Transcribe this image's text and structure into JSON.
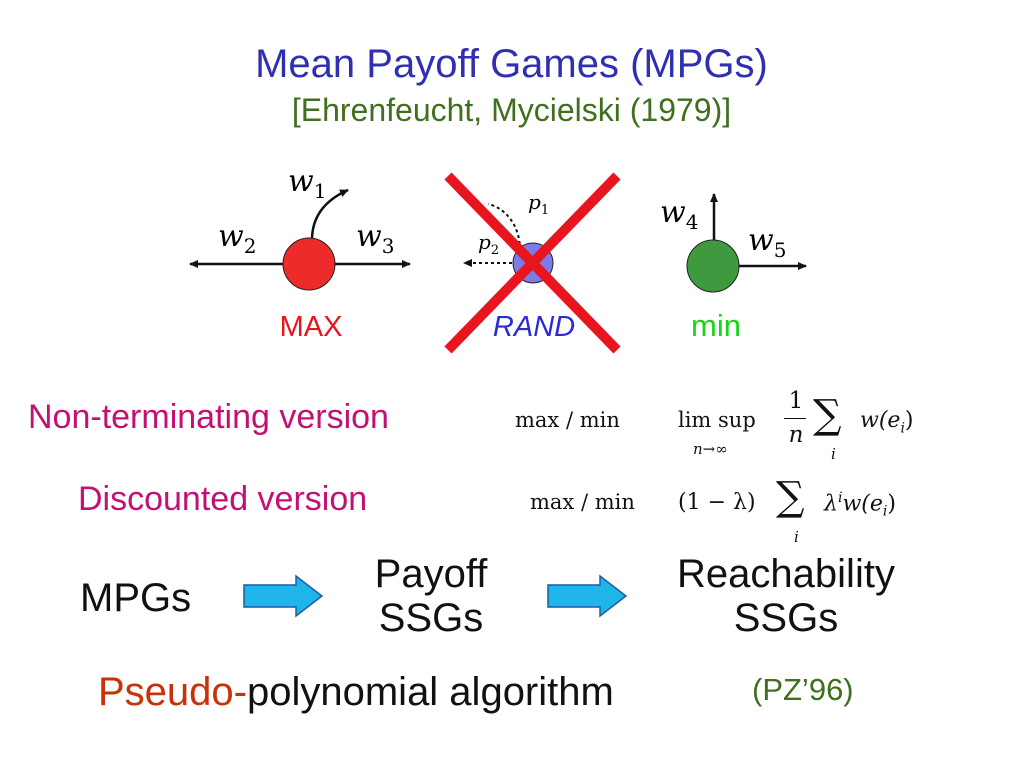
{
  "title": "Mean Payoff Games (MPGs)",
  "subtitle": "[Ehrenfeucht, Mycielski (1979)]",
  "colors": {
    "title": "#2f2fb3",
    "subtitle": "#3f6f1f",
    "max_node": "#ee2b2b",
    "rand_node": "#7b7bea",
    "min_node": "#3f9a3f",
    "cross": "#e8141e",
    "max_label": "#e8141e",
    "rand_label": "#2a2ad6",
    "min_label": "#18d418",
    "version_label": "#c41073",
    "arrow_fill": "#1fb4ea",
    "pseudo": "#c8320a"
  },
  "nodes": {
    "max": {
      "label": "MAX",
      "w1": "w",
      "w1_sub": "1",
      "w2": "w",
      "w2_sub": "2",
      "w3": "w",
      "w3_sub": "3"
    },
    "rand": {
      "label": "RAND",
      "p1": "p",
      "p1_sub": "1",
      "p2": "p",
      "p2_sub": "2"
    },
    "min": {
      "label": "min",
      "w4": "w",
      "w4_sub": "4",
      "w5": "w",
      "w5_sub": "5"
    }
  },
  "versions": {
    "non_terminating": {
      "label": "Non-terminating version",
      "op": "max / min",
      "limsup": "lim sup",
      "limsub": "n→∞",
      "frac_num": "1",
      "frac_den": "n",
      "sum": "∑",
      "sum_sub": "i",
      "term": "w(e",
      "term_sub": "i",
      "term_end": ")"
    },
    "discounted": {
      "label": "Discounted version",
      "op": "max / min",
      "factor": "(1 − λ)",
      "sum": "∑",
      "sum_sub": "i",
      "term_base": "λ",
      "term_sup": "i",
      "term": "w(e",
      "term_sub": "i",
      "term_end": ")"
    }
  },
  "flow": {
    "mpgs": "MPGs",
    "payoff_line1": "Payoff",
    "payoff_line2": "SSGs",
    "reach_line1": "Reachability",
    "reach_line2": "SSGs"
  },
  "bottom": {
    "pseudo": "Pseudo-",
    "rest": "polynomial algorithm",
    "ref": "(PZ’96)"
  }
}
